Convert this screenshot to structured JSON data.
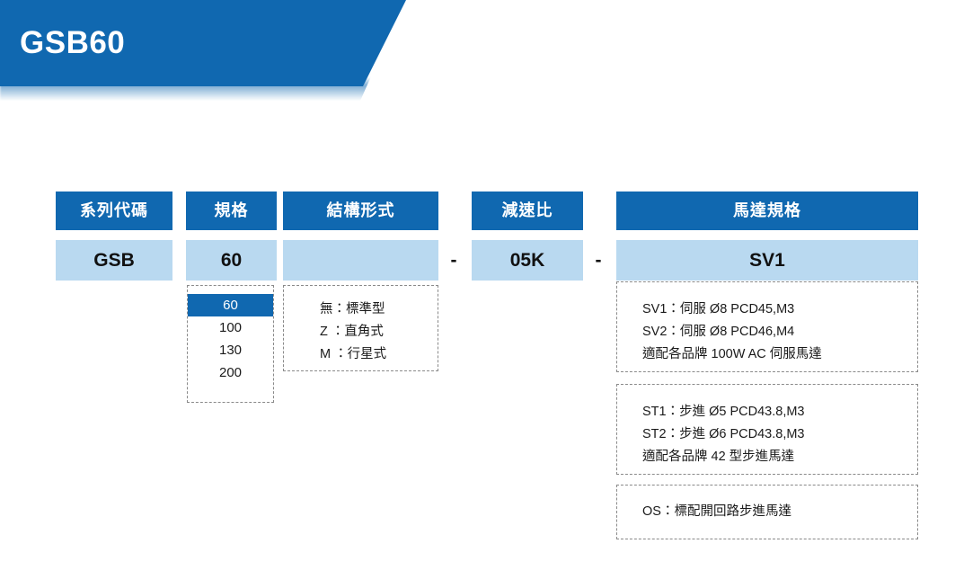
{
  "banner": {
    "title": "GSB60",
    "color": "#1068b0"
  },
  "colors": {
    "header_blue": "#1068b0",
    "cell_blue": "#b9d9f0",
    "dash_border": "#8a8a8a",
    "text": "#1a1a1a"
  },
  "code_table": {
    "columns": [
      {
        "header": "系列代碼",
        "value": "GSB"
      },
      {
        "header": "規格",
        "value": "60"
      },
      {
        "header": "結構形式",
        "value": ""
      },
      {
        "header": "減速比",
        "value": "05K"
      },
      {
        "header": "馬達規格",
        "value": "SV1"
      }
    ],
    "separators": [
      "-",
      "-"
    ]
  },
  "options": {
    "spec": {
      "items": [
        {
          "label": "60",
          "selected": true
        },
        {
          "label": "100",
          "selected": false
        },
        {
          "label": "130",
          "selected": false
        },
        {
          "label": "200",
          "selected": false
        }
      ]
    },
    "structure": {
      "lines": [
        "無：標準型",
        "Z ：直角式",
        "M ：行星式"
      ]
    },
    "motor": [
      {
        "lines": [
          "SV1：伺服 Ø8 PCD45,M3",
          "SV2：伺服 Ø8 PCD46,M4",
          "適配各品牌 100W AC 伺服馬達"
        ]
      },
      {
        "lines": [
          "ST1：步進 Ø5 PCD43.8,M3",
          "ST2：步進 Ø6 PCD43.8,M3",
          "適配各品牌 42 型步進馬達"
        ]
      },
      {
        "lines": [
          "OS：標配開回路步進馬達"
        ]
      }
    ]
  }
}
